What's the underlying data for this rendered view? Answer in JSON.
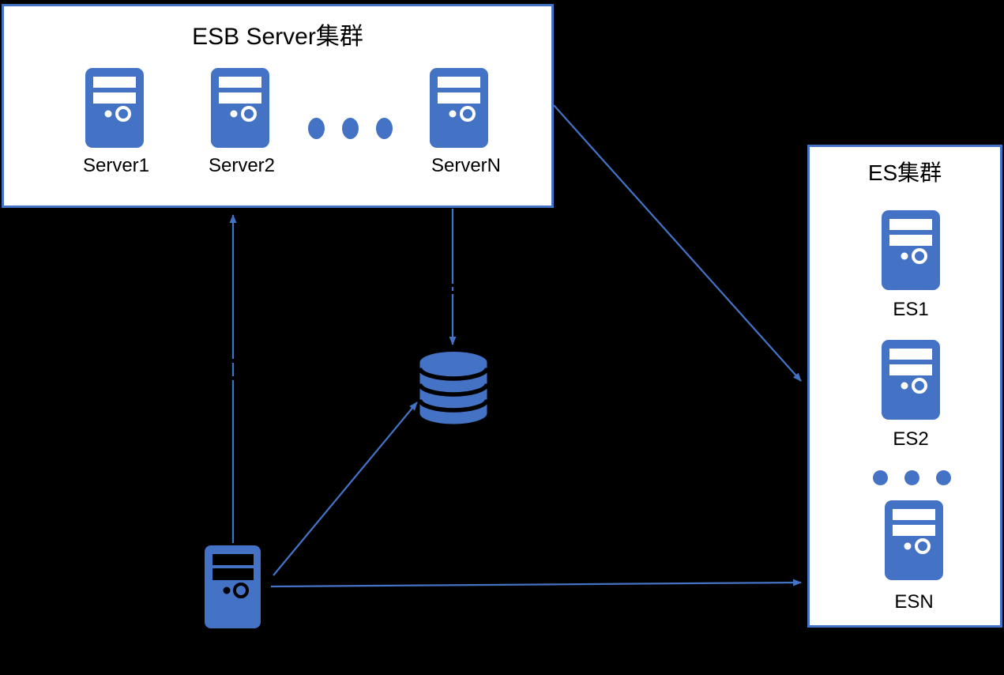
{
  "canvas": {
    "background": "#000000",
    "accent_color": "#4472C4",
    "box_background": "#FFFFFF",
    "text_color": "#000000"
  },
  "esb_cluster": {
    "title": "ESB Server集群",
    "servers": [
      {
        "label": "Server1"
      },
      {
        "label": "Server2"
      },
      {
        "label": "ServerN"
      }
    ],
    "ellipsis_dots": 3
  },
  "es_cluster": {
    "title": "ES集群",
    "servers": [
      {
        "label": "ES1"
      },
      {
        "label": "ES2"
      },
      {
        "label": "ESN"
      }
    ],
    "ellipsis_dots": 3
  },
  "nodes": {
    "database_icon": "database-cylinder-icon",
    "client_icon": "server-tower-icon",
    "cluster_server_icon": "server-tower-icon"
  },
  "connections": [
    {
      "from": "client-server",
      "to": "esb-cluster",
      "arrow_at": "esb-cluster"
    },
    {
      "from": "esb-cluster",
      "to": "database",
      "arrow_at": "database"
    },
    {
      "from": "esb-cluster",
      "to": "es-cluster",
      "arrow_at": "es-cluster"
    },
    {
      "from": "client-server",
      "to": "database",
      "arrow_at": "database"
    },
    {
      "from": "client-server",
      "to": "es-cluster",
      "arrow_at": "es-cluster"
    }
  ]
}
